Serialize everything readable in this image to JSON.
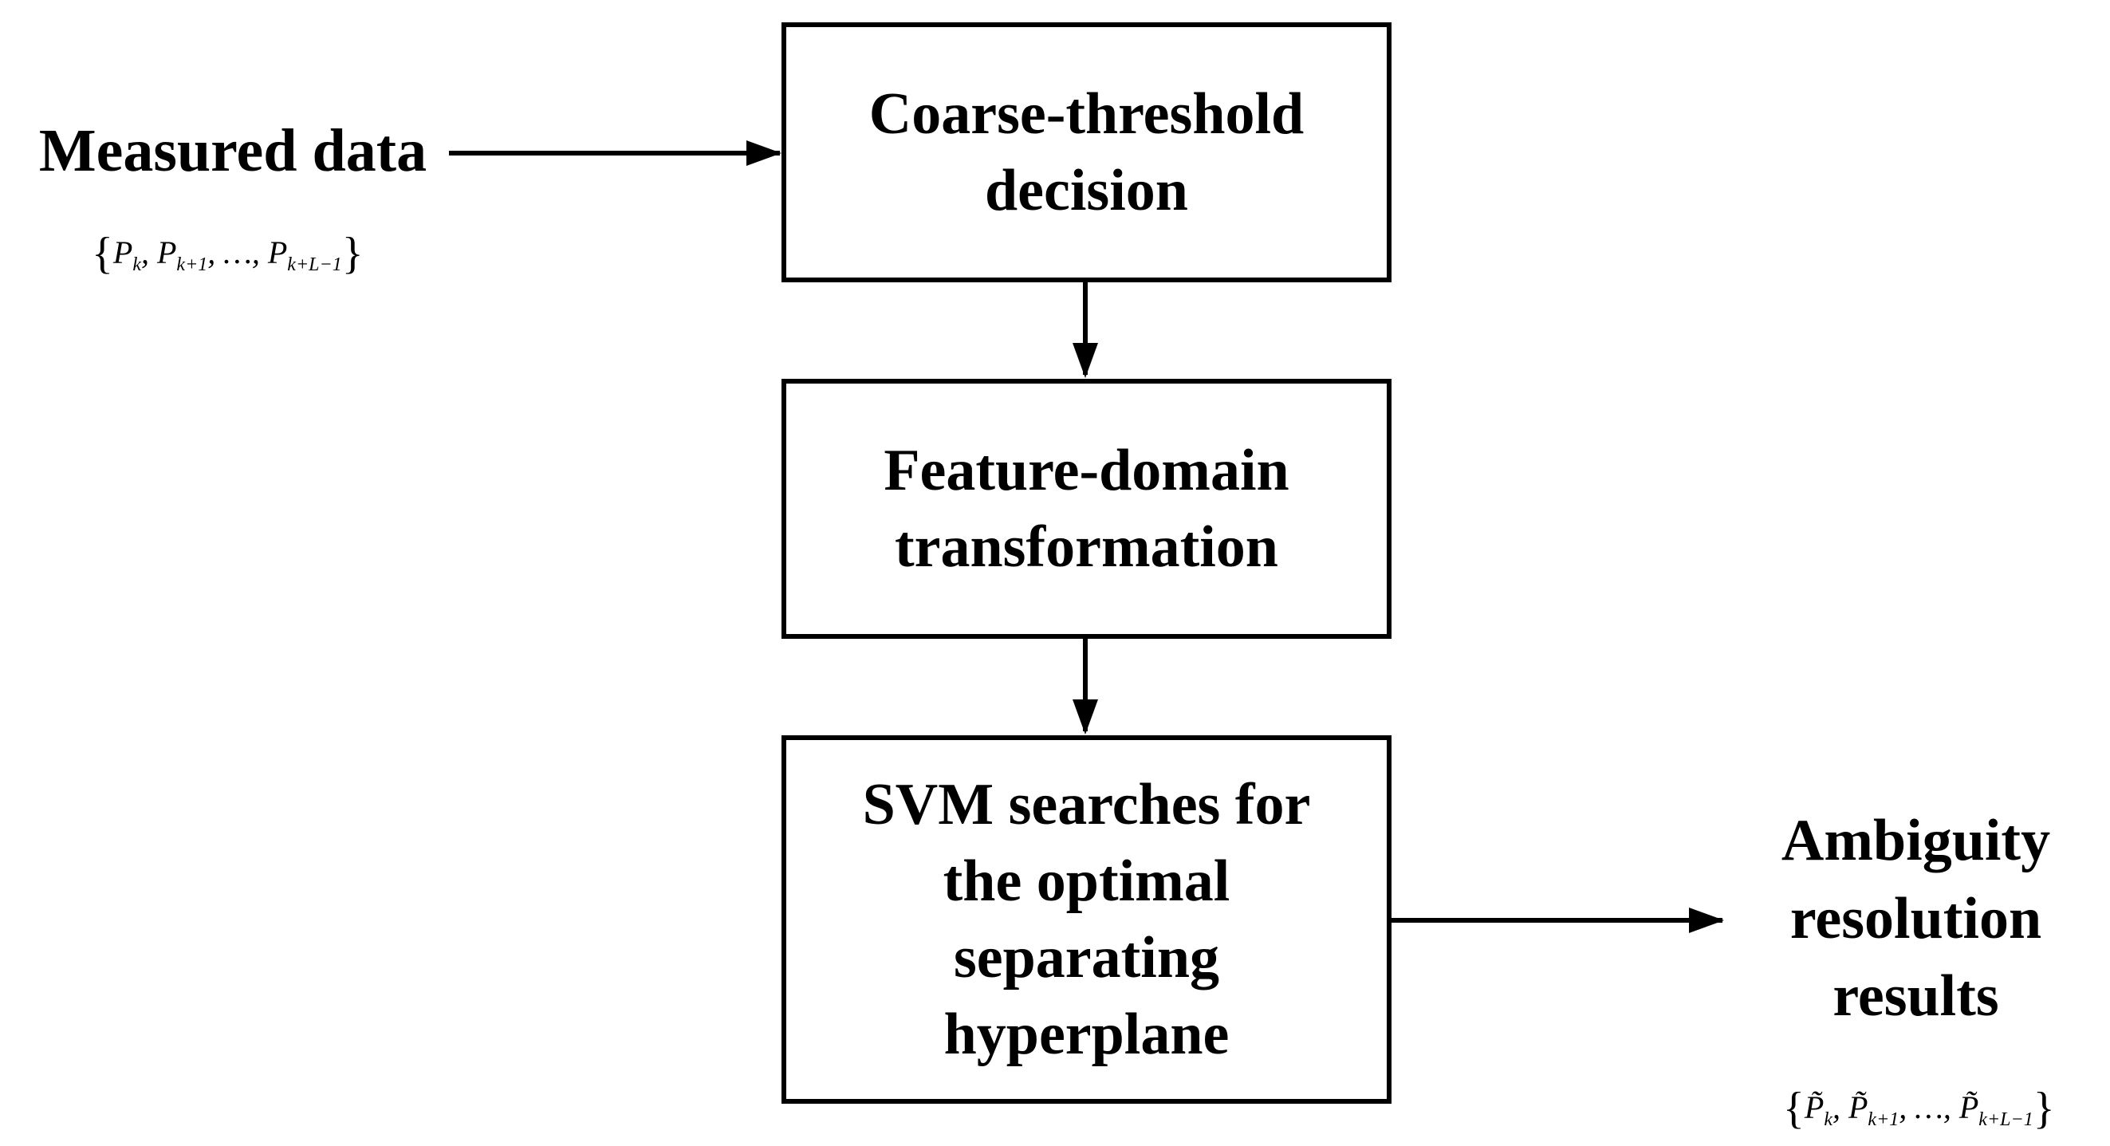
{
  "input": {
    "label": "Measured data",
    "set_open": "{",
    "terms": [
      {
        "sym": "P",
        "sub": "k"
      },
      {
        "sym": "P",
        "sub": "k+1"
      },
      {
        "sym": "P",
        "sub": "k+L−1"
      }
    ],
    "ellipsis": "…",
    "set_close": "}"
  },
  "steps": [
    {
      "lines": [
        "Coarse-threshold",
        "decision"
      ]
    },
    {
      "lines": [
        "Feature-domain",
        "transformation"
      ]
    },
    {
      "lines": [
        "SVM searches for",
        "the optimal",
        "separating",
        "hyperplane"
      ]
    }
  ],
  "output": {
    "lines": [
      "Ambiguity",
      "resolution",
      "results"
    ],
    "set_open": "{",
    "terms": [
      {
        "sym": "P̃",
        "sub": "k"
      },
      {
        "sym": "P̃",
        "sub": "k+1"
      },
      {
        "sym": "P̃",
        "sub": "k+L−1"
      }
    ],
    "ellipsis": "…",
    "set_close": "}"
  }
}
